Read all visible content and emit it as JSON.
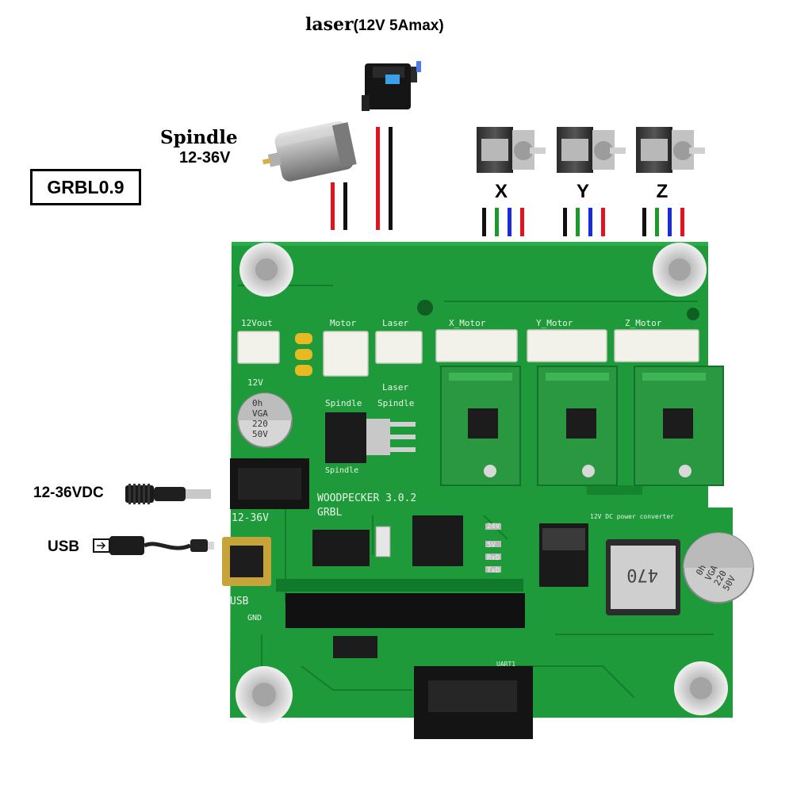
{
  "laser": {
    "name": "laser",
    "spec": "(12V 5Amax)"
  },
  "spindle": {
    "name": "Spindle",
    "voltage": "12-36V"
  },
  "firmware_badge": "GRBL0.9",
  "axes": [
    "X",
    "Y",
    "Z"
  ],
  "inputs": {
    "dc_power": "12-36VDC",
    "usb": "USB"
  },
  "board": {
    "model": "WOODPECKER 3.0.2",
    "firmware": "GRBL",
    "headers": {
      "v12out": "12Vout",
      "motor": "Motor",
      "laser": "Laser",
      "x_motor": "X_Motor",
      "y_motor": "Y_Motor",
      "z_motor": "Z_Motor"
    },
    "silkscreen": {
      "spindle": "Spindle",
      "laser": "Laser",
      "v12": "12V",
      "power_in": "12-36V",
      "usb": "USB",
      "gnd": "GND",
      "converter": "12V DC power converter",
      "led_24v": "24V",
      "led_5v": "5V",
      "led_rx": "RxD",
      "led_tx": "TxD",
      "inductor": "470",
      "uart": "UART1"
    },
    "capacitor_left": [
      "0h",
      "VGA",
      "220",
      "50V"
    ],
    "capacitor_right": [
      "0h",
      "VGA",
      "220",
      "50V"
    ]
  },
  "colors": {
    "pcb": "#1e9a3a",
    "pcb_dark": "#137a2b",
    "wire_red": "#e0141e",
    "wire_black": "#111111",
    "wire_green": "#1a9a2a",
    "wire_blue": "#1a2bd8"
  }
}
